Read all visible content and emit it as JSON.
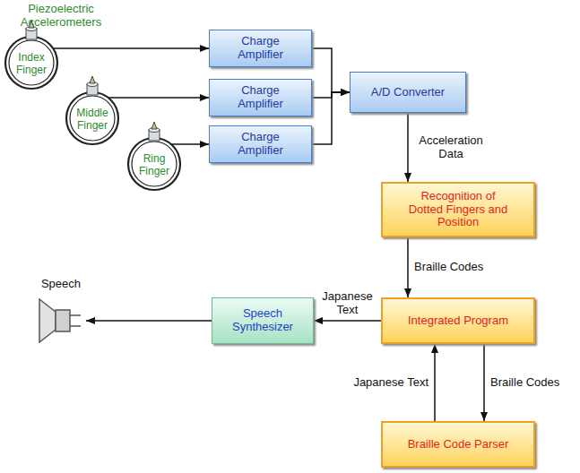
{
  "diagram": {
    "nodes": [
      {
        "text": [
          "Index Finger"
        ]
      },
      {
        "text": [
          "Charge Amplifier"
        ]
      },
      {
        "text": [
          "Middle Finger"
        ]
      },
      {
        "text": [
          "Charge Amplifier"
        ]
      },
      {
        "text": [
          "Ring Finger"
        ]
      },
      {
        "text": [
          "Charge Amplifier"
        ]
      },
      {
        "text": [
          "A/D Converter"
        ]
      },
      {
        "text": [
          "Recognition of Dotted Fingers and Position"
        ]
      },
      {
        "text": [
          "Speech"
        ]
      },
      {
        "text": [
          "Speech Synthesizer"
        ]
      },
      {
        "text": [
          "Integrated Program"
        ]
      },
      {
        "text": [
          "Braille Code Parser"
        ]
      }
    ],
    "edges": [
      {
        "from": 0,
        "to": 1,
        "arrow": "to"
      },
      {
        "from": 2,
        "to": 3,
        "arrow": "to"
      },
      {
        "from": 4,
        "to": 5,
        "arrow": "to"
      },
      {
        "from": 1,
        "to": 6,
        "arrow": "to"
      },
      {
        "from": 3,
        "to": 6,
        "arrow": "to"
      },
      {
        "from": 5,
        "to": 6,
        "arrow": "to"
      },
      {
        "from": 6,
        "to": 7,
        "label": "Acceleration Data",
        "arrow": "to"
      },
      {
        "from": 7,
        "to": 10,
        "label": "Braille Codes",
        "arrow": "to"
      },
      {
        "from": 10,
        "to": 9,
        "label": "Japanese Text",
        "arrow": "to"
      },
      {
        "from": 9,
        "to": 8,
        "arrow": "to"
      },
      {
        "from": 10,
        "to": 11,
        "label": "Braille Codes",
        "arrow": "to"
      },
      {
        "from": 11,
        "to": 10,
        "label": "Japanese Text",
        "arrow": "to"
      }
    ],
    "labels": [
      "Piezoelectric Accelerometers"
    ]
  }
}
